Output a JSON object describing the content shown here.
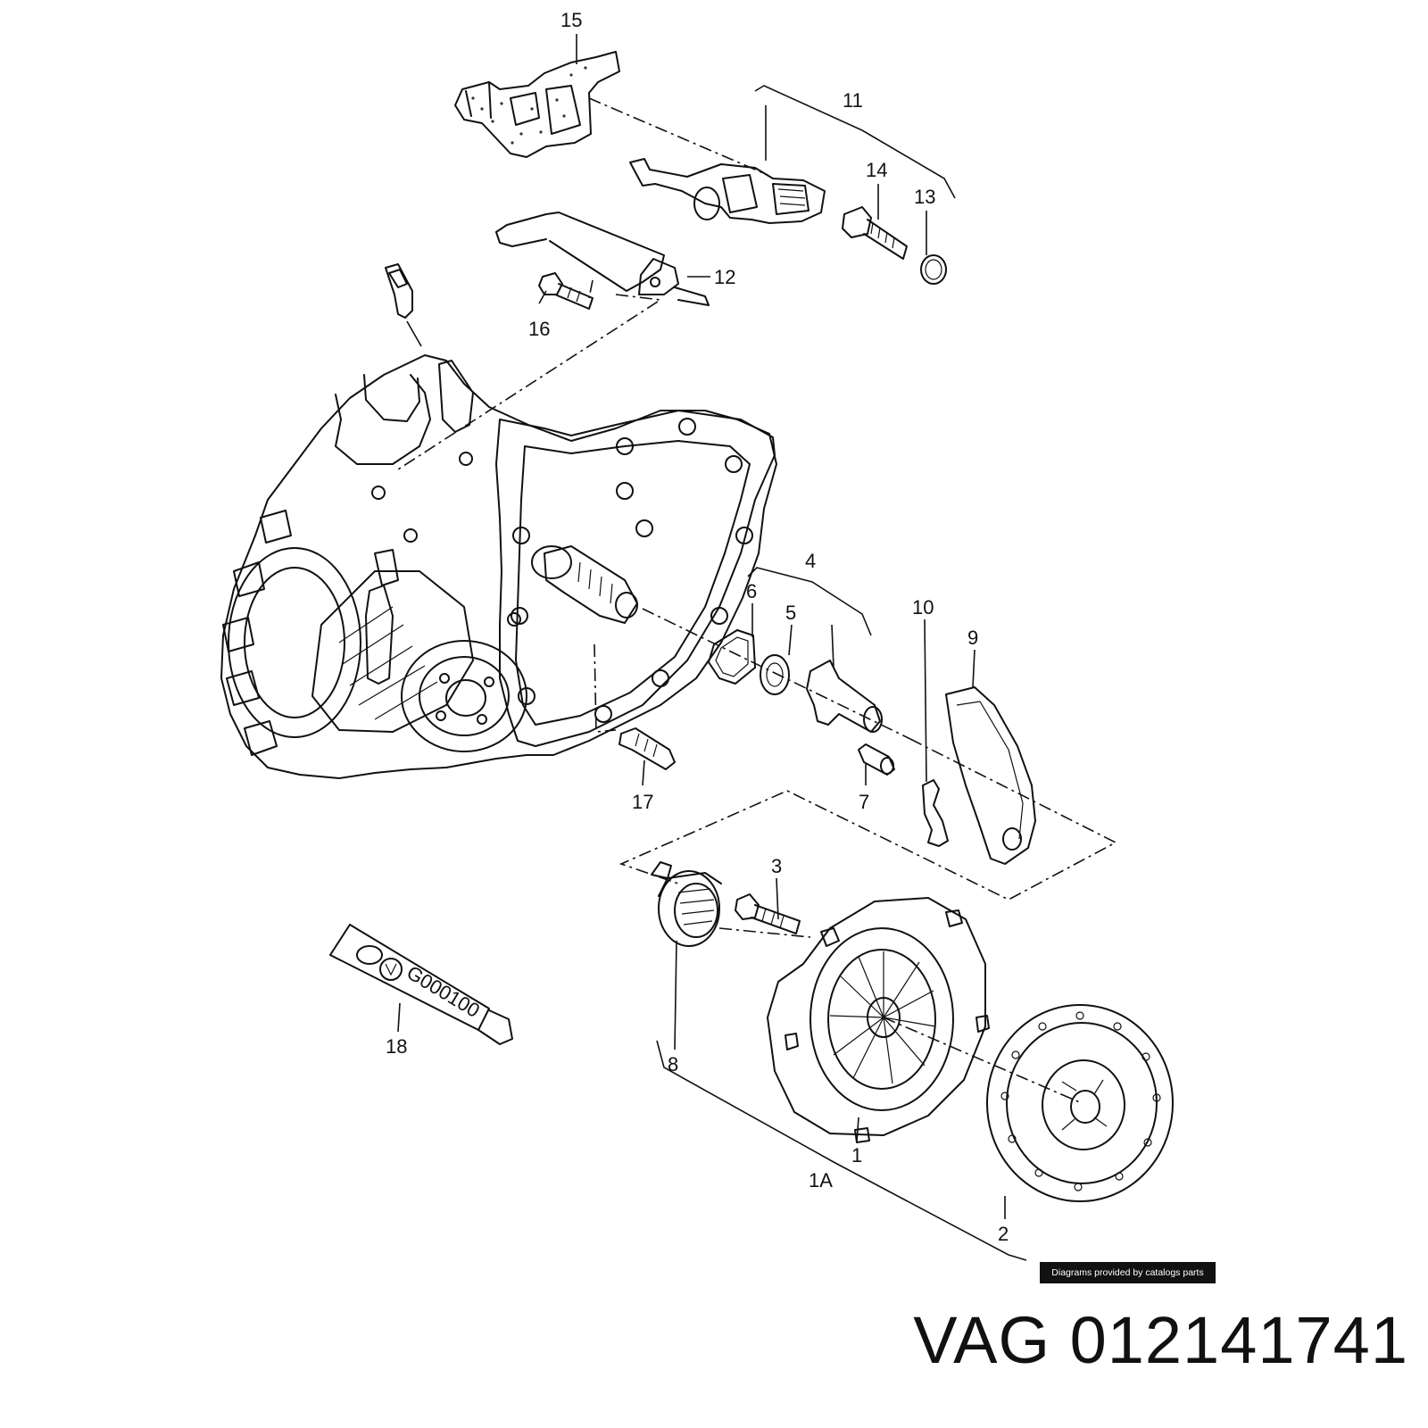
{
  "callouts": {
    "c1": "1",
    "c1a": "1A",
    "c2": "2",
    "c3": "3",
    "c4": "4",
    "c5": "5",
    "c6": "6",
    "c7": "7",
    "c8": "8",
    "c9": "9",
    "c10": "10",
    "c11": "11",
    "c12": "12",
    "c13": "13",
    "c14": "14",
    "c15": "15",
    "c16": "16",
    "c17": "17",
    "c18": "18"
  },
  "tube_label": "G000100",
  "credit": "Diagrams provided by catalogs parts",
  "brand": "VAG",
  "part_number": "012141741"
}
